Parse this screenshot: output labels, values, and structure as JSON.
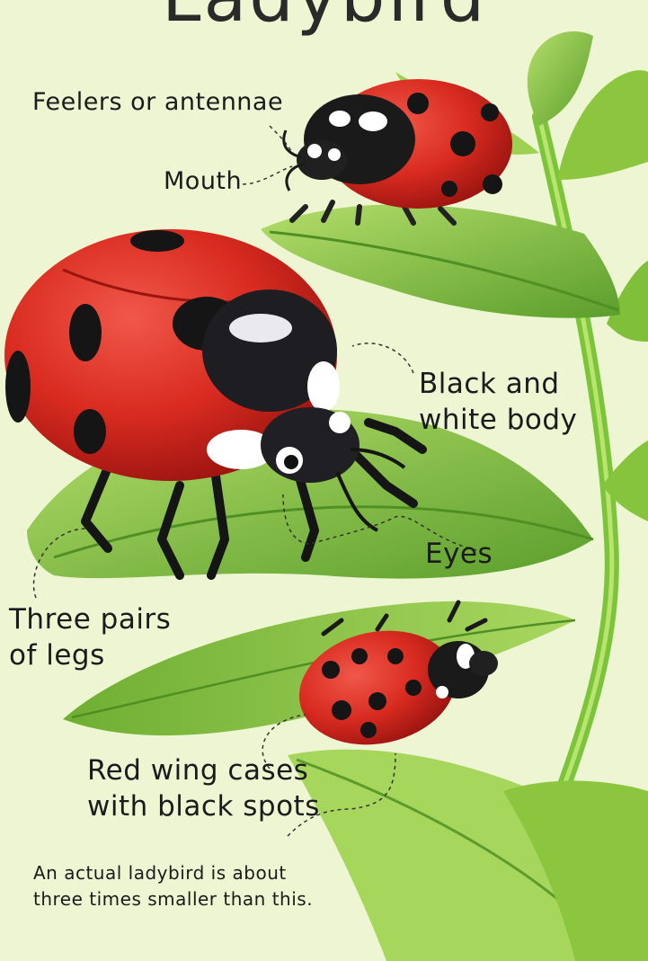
{
  "title": "Ladybird",
  "labels": {
    "feelers": "Feelers or antennae",
    "mouth": "Mouth",
    "body": "Black and\nwhite body",
    "eyes": "Eyes",
    "legs": "Three pairs\nof legs",
    "wing_cases": "Red wing cases\nwith black spots"
  },
  "note": "An actual ladybird is about\nthree times smaller than this.",
  "colors": {
    "background": "#eef5d2",
    "leaf": "#8cc63f",
    "leaf_dark": "#4f8f24",
    "stem": "#7cc43a",
    "red": "#d92b20",
    "black": "#151515"
  }
}
